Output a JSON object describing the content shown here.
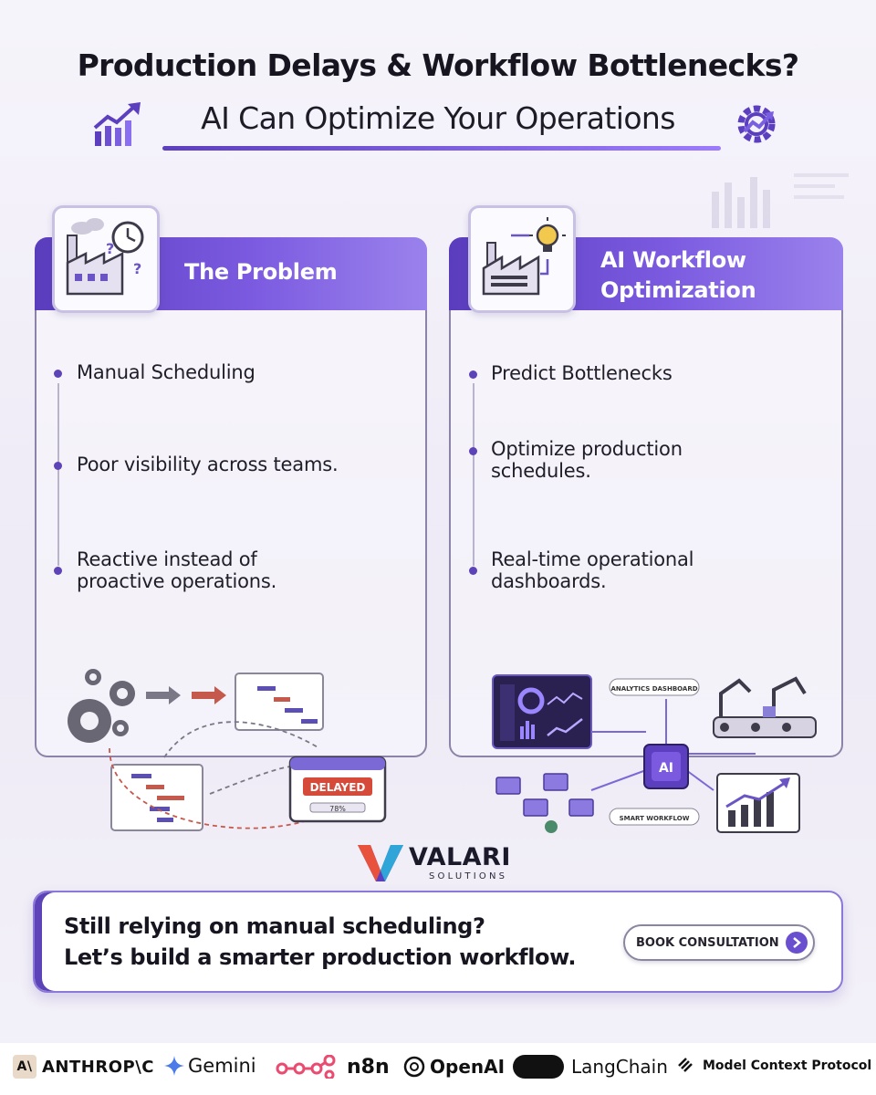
{
  "header": {
    "title": "Production Delays & Workflow Bottlenecks?",
    "subtitle": "AI Can Optimize Your Operations"
  },
  "problem": {
    "heading": "The Problem",
    "items": [
      "Manual Scheduling",
      "Poor visibility across teams.",
      "Reactive instead of",
      "proactive operations."
    ],
    "illustration_label": "DELAYED",
    "illustration_progress": "78%"
  },
  "solution": {
    "heading_line1": "AI Workflow",
    "heading_line2": "Optimization",
    "items": [
      "Predict Bottlenecks",
      "Optimize production",
      "schedules.",
      "Real-time operational",
      "dashboards."
    ],
    "labels": {
      "analytics": "ANALYTICS DASHBOARD",
      "smart": "SMART WORKFLOW",
      "chip": "AI"
    }
  },
  "brand": {
    "name": "VALARI",
    "tagline": "SOLUTIONS"
  },
  "cta": {
    "line1": "Still relying on manual scheduling?",
    "line2": "Let’s build a smarter production workflow.",
    "button_label": "BOOK CONSULTATION"
  },
  "footer": {
    "anthropic": "ANTHROP\\C",
    "gemini": "Gemini",
    "n8n": "n8n",
    "openai": "OpenAI",
    "langchain": "LangChain",
    "mcp": "Model Context Protocol"
  },
  "colors": {
    "accent": "#5d43b8",
    "accent_light": "#9a82ec",
    "delayed_red": "#d64a3a"
  },
  "icons": [
    "chart-up-icon",
    "gear-arrows-icon",
    "factory-clock-icon",
    "factory-idea-icon",
    "chevron-right-icon"
  ]
}
